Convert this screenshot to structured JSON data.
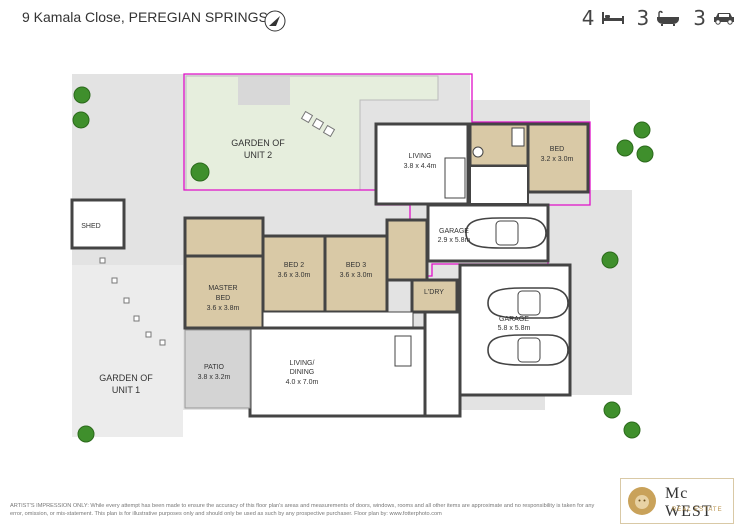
{
  "header": {
    "address": "9 Kamala Close, PEREGIAN SPRINGS",
    "compass_icon": "north-arrow-icon",
    "stats": {
      "bedrooms": "4",
      "bathrooms": "3",
      "car_spaces": "3"
    }
  },
  "plan": {
    "garden_unit2": [
      "GARDEN OF",
      "UNIT 2"
    ],
    "garden_unit1": [
      "GARDEN OF",
      "UNIT 1"
    ],
    "shed": "SHED",
    "living": {
      "name": "LIVING",
      "size": "3.8 x 4.4m"
    },
    "bed_unit2": {
      "name": "BED",
      "size": "3.2 x 3.0m"
    },
    "garage_small": {
      "name": "GARAGE",
      "size": "2.9 x 5.8m"
    },
    "master_bed": {
      "name": [
        "MASTER",
        "BED"
      ],
      "size": "3.6 x 3.8m"
    },
    "bed2": {
      "name": "BED 2",
      "size": "3.6 x 3.0m"
    },
    "bed3": {
      "name": "BED 3",
      "size": "3.6 x 3.0m"
    },
    "laundry": "L'DRY",
    "garage_large": {
      "name": "GARAGE",
      "size": "5.8 x 5.8m"
    },
    "patio": {
      "name": "PATIO",
      "size": "3.8 x 3.2m"
    },
    "living_dining": {
      "name": [
        "LIVING/",
        "DINING"
      ],
      "size": "4.0 x 7.0m"
    }
  },
  "colors": {
    "unit_boundary": "#e010c8",
    "garden_fill": "#e6eedd",
    "paving": "#e3e3e3",
    "wall": "#444444",
    "tree": "#3f8f2c"
  },
  "footer": {
    "disclaimer": "ARTIST'S IMPRESSION ONLY: While every attempt has been made to ensure the accuracy of this floor plan's areas and measurements of doors, windows, rooms and all other items are approximate and no responsibility is taken for any error, omission, or mis-statement. This plan is for illustrative purposes only and should only be used as such by any prospective purchaser. Floor plan by: www.fotterphoto.com",
    "logo": {
      "brand": "Mc WEST",
      "sub": "REAL ESTATE"
    }
  }
}
